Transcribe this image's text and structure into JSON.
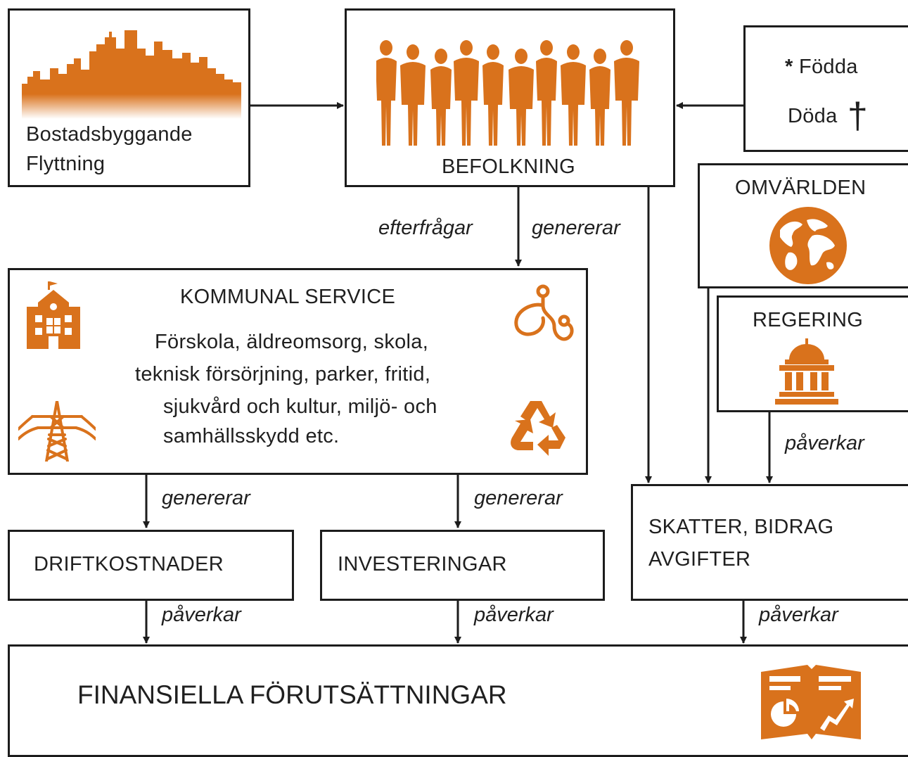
{
  "colors": {
    "accent": "#D9721C",
    "line": "#1c1c1c"
  },
  "nodes": {
    "bostad": {
      "line1": "Bostadsbyggande",
      "line2": "Flyttning",
      "icon": "city-skyline-icon"
    },
    "befolkning": {
      "label": "BEFOLKNING",
      "icon": "people-silhouettes-icon"
    },
    "fodda": {
      "birth_symbol": "*",
      "birth": "Födda",
      "death": "Döda",
      "death_symbol": "†"
    },
    "omvarlden": {
      "label": "OMVÄRLDEN",
      "icon": "globe-icon"
    },
    "regering": {
      "label": "REGERING",
      "icon": "government-building-icon"
    },
    "kommunal": {
      "title": "KOMMUNAL SERVICE",
      "lines": [
        "Förskola, äldreomsorg, skola,",
        "teknisk försörjning, parker, fritid,",
        "sjukvård och kultur, miljö- och",
        "samhällsskydd etc."
      ],
      "icons": [
        "school-icon",
        "stethoscope-icon",
        "power-pylon-icon",
        "recycle-icon"
      ]
    },
    "drift": {
      "label": "DRIFTKOSTNADER"
    },
    "invest": {
      "label": "INVESTERINGAR"
    },
    "skatter": {
      "line1": "SKATTER, BIDRAG",
      "line2": "AVGIFTER"
    },
    "finans": {
      "label": "FINANSIELLA FÖRUTSÄTTNINGAR",
      "icon": "report-chart-icon"
    }
  },
  "edges": {
    "efterfragar": "efterfrågar",
    "genererar_skatt": "genererar",
    "paverkar_regering": "påverkar",
    "genererar_drift": "genererar",
    "genererar_invest": "genererar",
    "paverkar_drift": "påverkar",
    "paverkar_invest": "påverkar",
    "paverkar_skatter": "påverkar"
  }
}
